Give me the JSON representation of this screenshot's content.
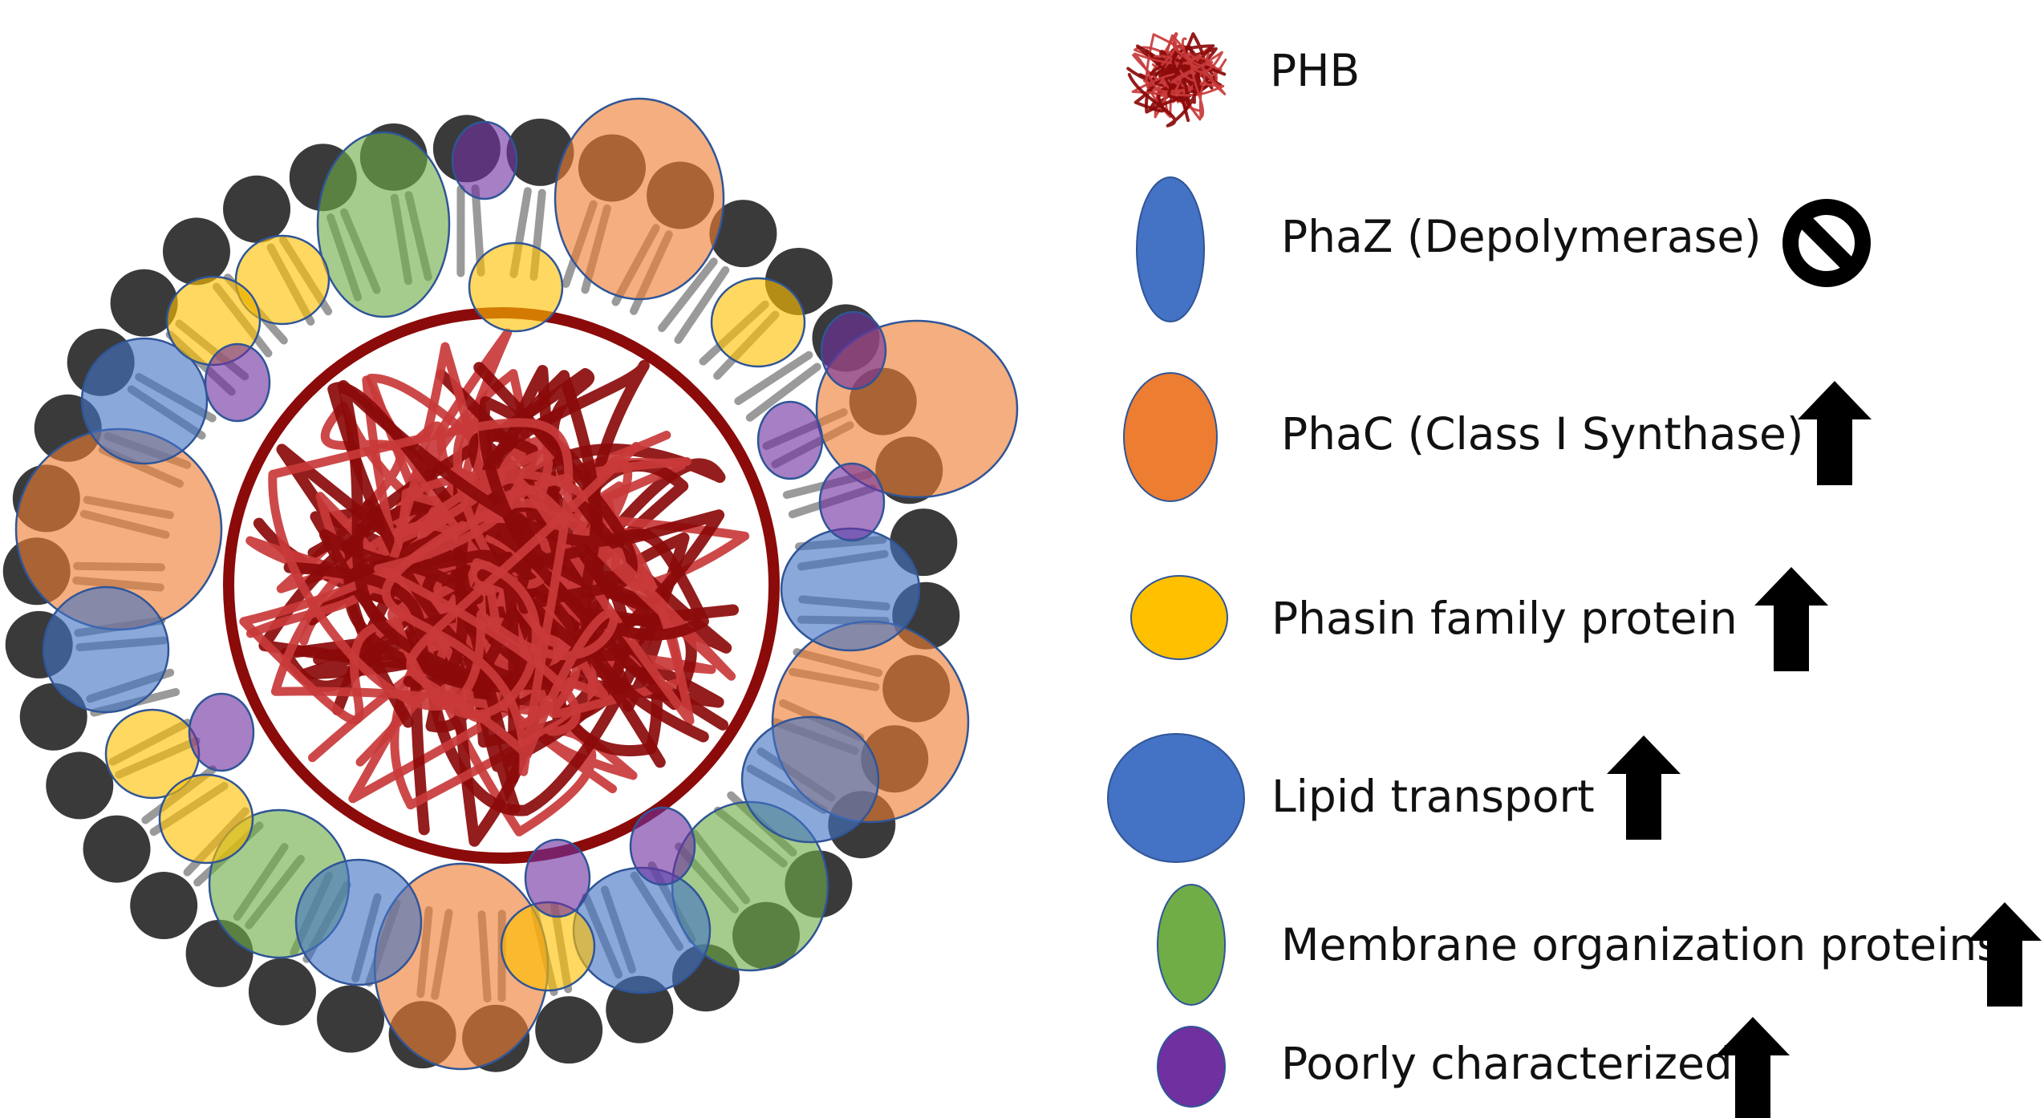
{
  "legend": {
    "items": [
      {
        "key": "phb",
        "label": "PHB",
        "shape": "tangle",
        "color": "#b01c1c",
        "indicator": "none"
      },
      {
        "key": "phaz",
        "label": "PhaZ (Depolymerase)",
        "shape": "ellipse",
        "color": "#4472c4",
        "indicator": "prohibited"
      },
      {
        "key": "phac",
        "label": "PhaC (Class I Synthase)",
        "shape": "ellipse",
        "color": "#ed7d31",
        "indicator": "up-arrow"
      },
      {
        "key": "phasin",
        "label": "Phasin family protein",
        "shape": "ellipse",
        "color": "#ffc000",
        "indicator": "up-arrow"
      },
      {
        "key": "lipid",
        "label": "Lipid transport",
        "shape": "ellipse",
        "color": "#4472c4",
        "indicator": "up-arrow"
      },
      {
        "key": "membrane",
        "label": "Membrane organization proteins",
        "shape": "ellipse",
        "color": "#70ad47",
        "indicator": "up-arrow"
      },
      {
        "key": "poorly",
        "label": "Poorly characterized",
        "shape": "ellipse",
        "color": "#7030a0",
        "indicator": "up-arrow"
      }
    ]
  },
  "colors": {
    "lipid_head": "#3a3a3a",
    "lipid_tail": "#9a9a9a",
    "phb_dark": "#8b0a0a",
    "phb_light": "#c93a3a",
    "outline": "#2f5597"
  }
}
